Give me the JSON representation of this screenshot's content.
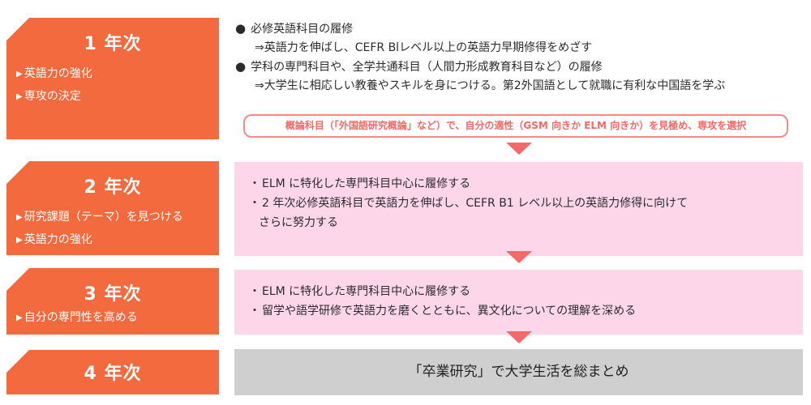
{
  "years": [
    {
      "title": "1 年次",
      "items": [
        "英語力の強化",
        "専攻の決定"
      ]
    },
    {
      "title": "2 年次",
      "items": [
        "研究課題（テーマ）を見つける",
        "英語力の強化"
      ]
    },
    {
      "title": "3 年次",
      "items": [
        "自分の専門性を高める"
      ]
    },
    {
      "title": "4 年次",
      "items": []
    }
  ],
  "year1": {
    "bullet1": "必修英語科目の履修",
    "bullet1_sub": "⇒英語力を伸ばし、CEFR Blレベル以上の英語力早期修得をめざす",
    "bullet2": "学科の専門科目や、全学共通科目（人間力形成教育科目など）の履修",
    "bullet2_sub": "⇒大学生に相応しい教養やスキルを身につける。第2外国語として就職に有利な中国語を学ぶ",
    "note": "概論科目（「外国語研究概論」など）で、自分の適性（GSM 向きか ELM 向きか）を見極め、専攻を選択"
  },
  "year2": {
    "line1": "ELM に特化した専門科目中心に履修する",
    "line2": "2 年次必修英語科目で英語力を伸ばし、CEFR B1 レベル以上の英語力修得に向けて",
    "line2_cont": "さらに努力する"
  },
  "year3": {
    "line1": "ELM に特化した専門科目中心に履修する",
    "line2": "留学や語学研修で英語力を磨くとともに、異文化についての理解を深める"
  },
  "year4": {
    "text": "「卒業研究」で大学生活を総まとめ"
  },
  "colors": {
    "accent": "#f26a3d",
    "pink": "#fdd6ea",
    "arrow": "#f26a6a",
    "gray": "#cfcfcf"
  }
}
